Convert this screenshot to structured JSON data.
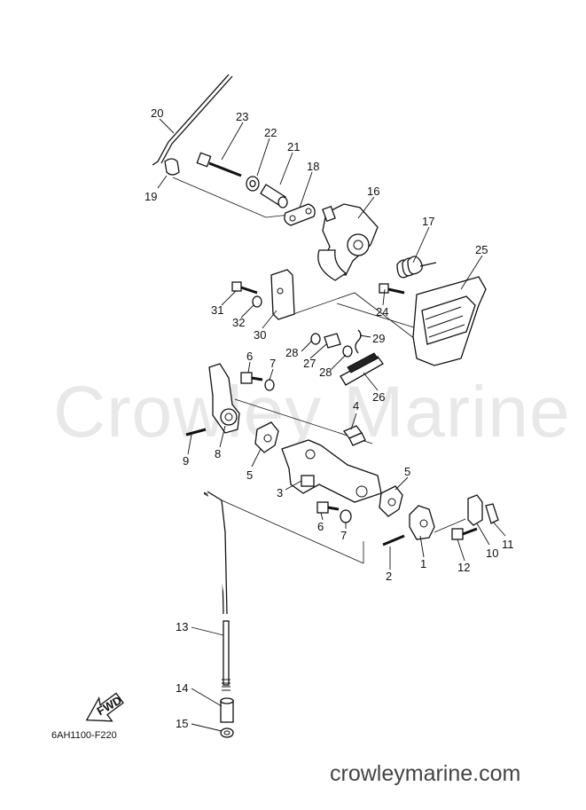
{
  "diagram_code": "6AH1100-F220",
  "watermark": "Crowley Marine",
  "site": "crowleymarine.com",
  "fwd_label": "FWD",
  "callouts": {
    "c1": "1",
    "c2": "2",
    "c3": "3",
    "c4": "4",
    "c5a": "5",
    "c5b": "5",
    "c6a": "6",
    "c6b": "6",
    "c7a": "7",
    "c7b": "7",
    "c8": "8",
    "c9": "9",
    "c10": "10",
    "c11": "11",
    "c12": "12",
    "c13": "13",
    "c14": "14",
    "c15": "15",
    "c16": "16",
    "c17": "17",
    "c18": "18",
    "c19": "19",
    "c20": "20",
    "c21": "21",
    "c22": "22",
    "c23": "23",
    "c24": "24",
    "c25": "25",
    "c26": "26",
    "c27": "27",
    "c28a": "28",
    "c28b": "28",
    "c29": "29",
    "c30": "30",
    "c31": "31",
    "c32": "32"
  }
}
